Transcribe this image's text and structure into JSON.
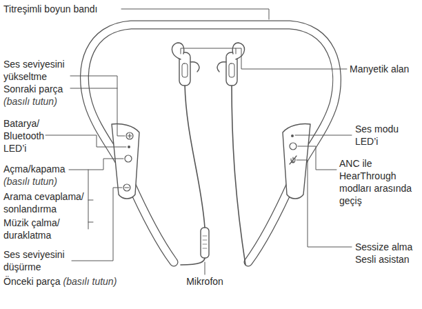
{
  "diagram": {
    "labels": [
      "Titreşimli boyun bandı",
      "Manyetik alan",
      "Ses seviyesini yükseltme",
      "Sonraki parça",
      "(basılı tutun)",
      "Batarya/ Bluetooth LED’i",
      "Açma/kapama",
      "(basılı tutun)",
      "Arama cevaplama/ sonlandırma",
      "Müzik çalma/ duraklatma",
      "Ses seviyesini düşürme",
      "Önceki parça",
      "(basılı tutun)",
      "Mikrofon",
      "Ses modu LED’i",
      "ANC ile HearThrough modları arasında geçiş",
      "Sessize alma",
      "Sesli asistan"
    ]
  }
}
